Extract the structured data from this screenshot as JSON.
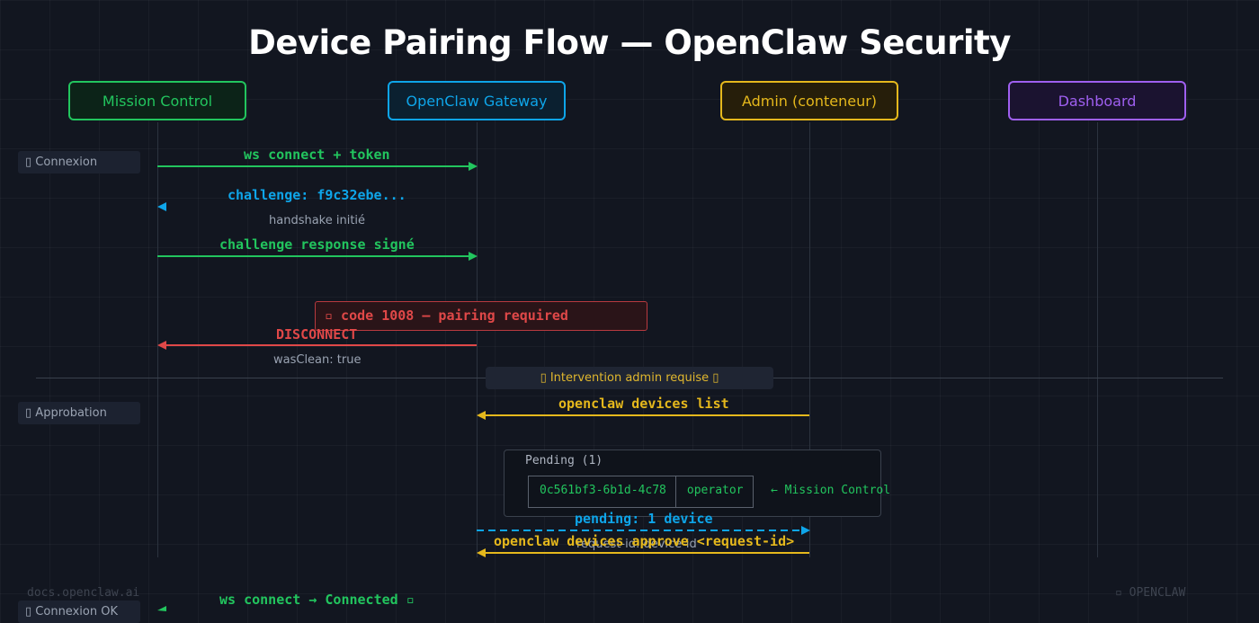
{
  "title": "Device Pairing Flow — OpenClaw Security",
  "colors": {
    "green": "#22c55e",
    "blue": "#0ea5e9",
    "red": "#e04848",
    "yellow": "#e5b81c",
    "purple": "#9f5ff0",
    "muted": "#9aa3b2"
  },
  "actors": [
    {
      "id": "mission_control",
      "label": "Mission Control",
      "color": "#22c55e"
    },
    {
      "id": "gateway",
      "label": "OpenClaw Gateway",
      "color": "#0ea5e9"
    },
    {
      "id": "admin",
      "label": "Admin (conteneur)",
      "color": "#e5b81c"
    },
    {
      "id": "dashboard",
      "label": "Dashboard",
      "color": "#9f5ff0"
    }
  ],
  "phases": [
    {
      "icon": "plug-icon",
      "glyph": "▯",
      "label": "Connexion"
    },
    {
      "icon": "check-icon",
      "glyph": "▯",
      "label": "Approbation"
    },
    {
      "icon": "ok-icon",
      "glyph": "▯",
      "label": "Connexion OK"
    }
  ],
  "messages": {
    "connect": "ws connect + token",
    "challenge": "challenge: f9c32ebe...",
    "handshake": "handshake initié",
    "response": "challenge response signé",
    "error": "▫  code 1008 — pairing required",
    "disconnect": "DISCONNECT",
    "was_clean": "wasClean: true",
    "intervention": "▯ Intervention admin requise ▯",
    "devices_list": "openclaw devices list",
    "pending": "pending: 1 device",
    "approve": "openclaw devices approve <request-id>",
    "approve_sub": "request-id: device-id",
    "connected": "ws connect → Connected ▫"
  },
  "terminal": {
    "header": "Pending (1)",
    "device_id": "0c561bf3-6b1d-4c78",
    "role": "operator",
    "note": "← Mission Control"
  },
  "footer": {
    "left": "docs.openclaw.ai",
    "right": "▫ OPENCLAW"
  }
}
